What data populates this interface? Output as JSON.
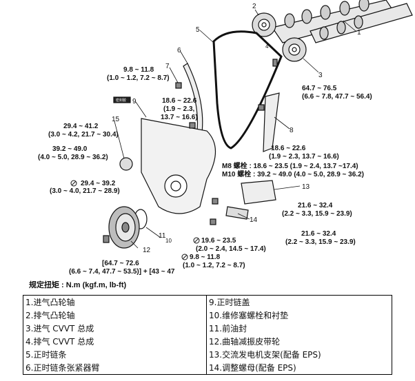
{
  "torque_labels": {
    "t_9_8_a": "9.8 ~ 11.8",
    "t_9_8_a2": "(1.0 ~ 1.2, 7.2 ~ 8.7)",
    "t_18_6_a": "18.6 ~ 22.6",
    "t_18_6_a2": "(1.9 ~ 2.3,",
    "t_18_6_a3": "13.7 ~ 16.6)",
    "t_29_4_a": "29.4 ~ 41.2",
    "t_29_4_a2": "(3.0 ~ 4.2, 21.7 ~ 30.4)",
    "t_39_2": "39.2 ~ 49.0",
    "t_39_2b": "(4.0 ~ 5.0, 28.9 ~ 36.2)",
    "t_29_4_b": "29.4 ~ 39.2",
    "t_29_4_b2": "(3.0 ~ 4.0, 21.7 ~ 28.9)",
    "t_64_7_a": "64.7 ~ 76.5",
    "t_64_7_a2": "(6.6 ~ 7.8, 47.7 ~ 56.4)",
    "t_18_6_b": "18.6 ~ 22.6",
    "t_18_6_b2": "(1.9 ~ 2.3, 13.7 ~ 16.6)",
    "t_m8": "M8 螺栓 : 18.6 ~ 23.5 (1.9 ~ 2.4, 13.7 ~17.4)",
    "t_m10": "M10 螺栓 : 39.2 ~ 49.0 (4.0 ~ 5.0, 28.9 ~ 36.2)",
    "t_21_6_a": "21.6 ~ 32.4",
    "t_21_6_a2": "(2.2 ~ 3.3, 15.9 ~ 23.9)",
    "t_21_6_b": "21.6 ~ 32.4",
    "t_21_6_b2": "(2.2 ~ 3.3, 15.9 ~ 23.9)",
    "t_19_6": "19.6 ~ 23.5",
    "t_19_6b": "(2.0 ~ 2.4, 14.5 ~ 17.4)",
    "t_9_8_b": "9.8 ~ 11.8",
    "t_9_8_b2": "(1.0 ~ 1.2, 7.2 ~ 8.7)",
    "t_64_7_b": "[64.7 ~ 72.6",
    "t_64_7_b2": "(6.6 ~ 7.4, 47.7 ~ 53.5)] + [43 ~ 47"
  },
  "part_numbers": [
    "1",
    "2",
    "3",
    "4",
    "5",
    "6",
    "7",
    "8",
    "9",
    "10",
    "11",
    "12",
    "13",
    "14",
    "15"
  ],
  "tube_label": "密封胶",
  "caption": "规定扭矩 : N.m (kgf.m, lb-ft)",
  "legend": {
    "left": [
      "1.进气凸轮轴",
      "2.排气凸轮轴",
      "3.进气 CVVT 总成",
      "4.排气 CVVT 总成",
      "5.正时链条",
      "6.正时链条张紧器臂"
    ],
    "right": [
      "9.正时链盖",
      "10.维修塞螺栓和衬垫",
      "11.前油封",
      "12.曲轴减振皮带轮",
      "13.交流发电机支架(配备 EPS)",
      "14.调整螺母(配备 EPS)"
    ]
  }
}
